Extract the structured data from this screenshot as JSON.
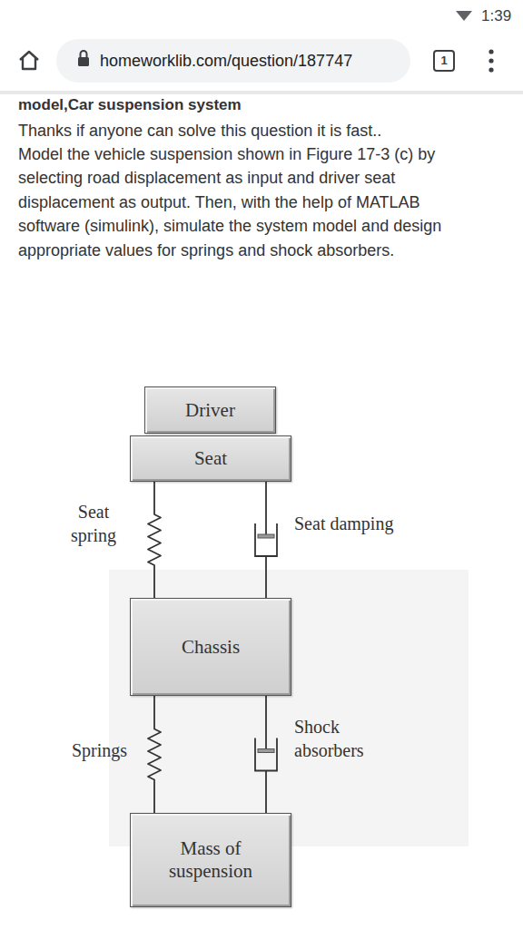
{
  "diagram": {
    "nodes": [
      {
        "text": [
          "Driver"
        ]
      },
      {
        "text": [
          "Seat"
        ]
      },
      {
        "text": [
          "Chassis"
        ]
      },
      {
        "text": [
          "Mass of suspension"
        ]
      }
    ],
    "edges": [
      {
        "from": 1,
        "to": 2,
        "arrow": "none",
        "label": "Seat spring"
      },
      {
        "from": 1,
        "to": 2,
        "arrow": "none",
        "label": "Seat damping"
      },
      {
        "from": 2,
        "to": 3,
        "arrow": "none",
        "label": "Springs"
      },
      {
        "from": 2,
        "to": 3,
        "arrow": "none",
        "label": "Shock absorbers"
      }
    ],
    "labels": [
      "1:39",
      "homeworklib.com/question/187747",
      "1",
      "model,Car suspension system",
      "Thanks if anyone can solve this question it is fast..",
      "Model the vehicle suspension shown in Figure 17-3 (c) by selecting road displacement as input and driver seat displacement as output. Then, with the help of MATLAB software (simulink), simulate the system model and design appropriate values for springs and shock absorbers."
    ]
  }
}
